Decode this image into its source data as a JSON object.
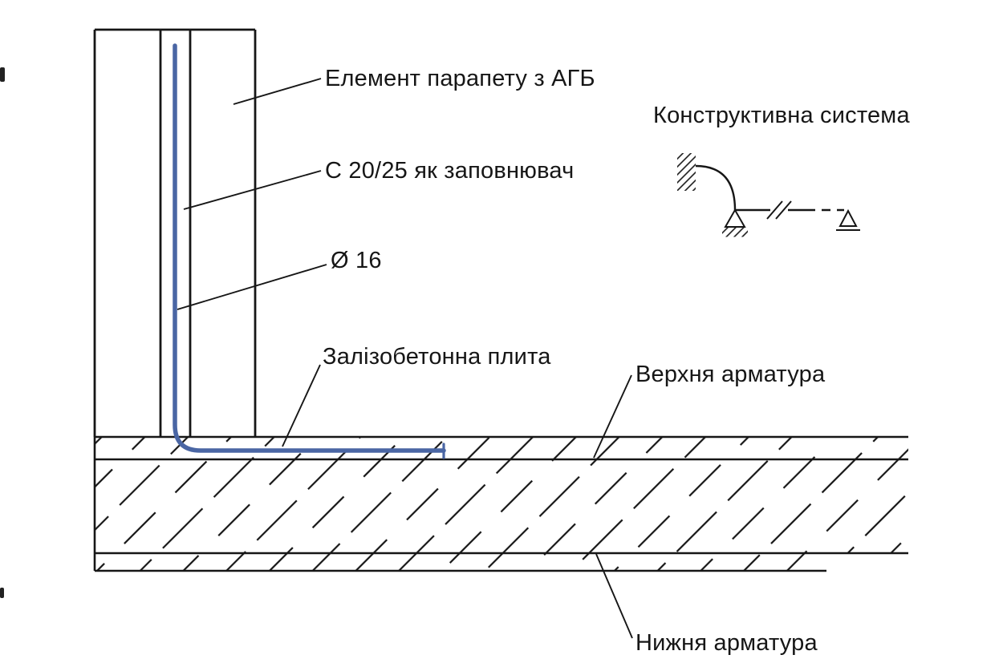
{
  "labels": {
    "parapet_element": "Елемент парапету з АГБ",
    "concrete_filler": "С 20/25 як заповнювач",
    "rebar_diameter": "Ø 16",
    "concrete_slab": "Залізобетонна плита",
    "top_reinforcement": "Верхня арматура",
    "bottom_reinforcement": "Нижня арматура",
    "structural_system_title": "Конструктивна система"
  },
  "colors": {
    "rebar": "#4a66a4",
    "line": "#161616",
    "background": "#ffffff"
  }
}
